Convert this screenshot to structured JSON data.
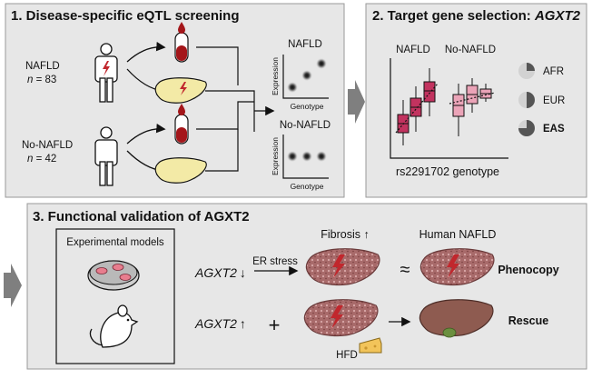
{
  "colors": {
    "panel_bg": "#e7e7e7",
    "panel_border": "#9a9a9a",
    "nafld_box": "#c2335f",
    "non_nafld_box": "#eba4b8",
    "liver_diseased": "#a86a6a",
    "liver_healthy": "#f3eaa6",
    "liver_rescued": "#8e5b50",
    "blood": "#a4161a",
    "arrow_gray": "#7f7f7f"
  },
  "panel1": {
    "title": "1. Disease-specific eQTL screening",
    "group1_label": "NAFLD",
    "group1_n_prefix": "n",
    "group1_n_value": " = 83",
    "group2_label": "No-NAFLD",
    "group2_n_prefix": "n",
    "group2_n_value": " = 42",
    "plot1_title": "NAFLD",
    "plot2_title": "No-NAFLD",
    "ylabel": "Expression",
    "xlabel": "Genotype"
  },
  "panel2": {
    "title_prefix": "2. Target gene selection: ",
    "title_gene": "AGXT2",
    "group1_label": "NAFLD",
    "group2_label": "No-NAFLD",
    "xlabel": "rs2291702 genotype",
    "populations": [
      {
        "label": "AFR",
        "fraction": 0.25,
        "bold": false
      },
      {
        "label": "EUR",
        "fraction": 0.5,
        "bold": false
      },
      {
        "label": "EAS",
        "fraction": 0.75,
        "bold": true
      }
    ]
  },
  "panel3": {
    "title": "3. Functional validation of AGXT2",
    "models_label": "Experimental models",
    "row1_gene": "AGXT2",
    "row1_arrow": "↓",
    "er_stress": "ER stress",
    "fibrosis": "Fibrosis ↑",
    "human_label": "Human NAFLD",
    "approx": "≈",
    "phenocopy": "Phenocopy",
    "row2_gene": "AGXT2",
    "row2_arrow": "↑",
    "plus": "+",
    "hfd": "HFD",
    "rescue": "Rescue"
  }
}
